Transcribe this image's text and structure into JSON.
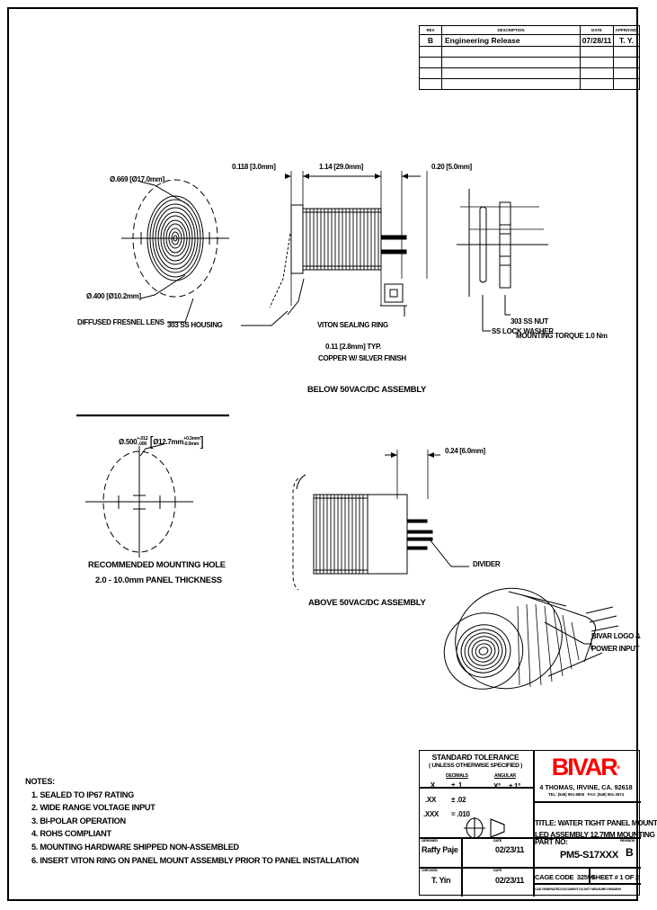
{
  "revision_table": {
    "headers": [
      "REV",
      "DESCRIPTION",
      "DATE",
      "APPROVED"
    ],
    "rows": [
      {
        "rev": "B",
        "description": "Engineering Release",
        "date": "07/28/11",
        "approved": "T. Y."
      }
    ],
    "empty_row_count": 4
  },
  "views": {
    "front": {
      "dim_outer": "Ø.669 [Ø17.0mm]",
      "dim_inner": "Ø.400 [Ø10.2mm]",
      "label_lens": "DIFFUSED FRESNEL LENS"
    },
    "side_below": {
      "dim_flange": "0.118 [3.0mm]",
      "dim_body": "1.14 [29.0mm]",
      "dim_pin": "0.20 [5.0mm]",
      "label_housing": "303 SS HOUSING",
      "label_viton": "VITON SEALING RING",
      "label_pin_1": "0.11 [2.8mm] TYP.",
      "label_pin_2": "COPPER W/ SILVER FINISH",
      "caption": "BELOW 50VAC/DC ASSEMBLY"
    },
    "hardware": {
      "label_nut": "303 SS NUT",
      "label_torque": "MOUNTING TORQUE 1.0 Nm",
      "label_washer": "SS LOCK WASHER"
    },
    "mounting_hole": {
      "dim_main": "Ø.500",
      "dim_tol_plus": "+.012",
      "dim_tol_minus": "-.000",
      "dim_metric": "Ø12.7mm",
      "dim_metric_plus": "+0.3mm",
      "dim_metric_minus": "-0.0mm",
      "caption_1": "RECOMMENDED MOUNTING HOLE",
      "caption_2": "2.0 - 10.0mm PANEL THICKNESS"
    },
    "above_assembly": {
      "dim_divider": "0.24 [6.0mm]",
      "label_divider": "DIVIDER",
      "caption": "ABOVE 50VAC/DC ASSEMBLY"
    },
    "isometric": {
      "label_1": "BIVAR LOGO &",
      "label_2": "POWER INPUT"
    }
  },
  "notes": {
    "heading": "NOTES:",
    "items": [
      "1. SEALED TO  IP67 RATING",
      "2. WIDE RANGE VOLTAGE INPUT",
      "3. BI-POLAR OPERATION",
      "4. ROHS COMPLIANT",
      "5. MOUNTING HARDWARE SHIPPED NON-ASSEMBLED",
      "6. INSERT VITON RING ON PANEL MOUNT ASSEMBLY PRIOR TO PANEL INSTALLATION"
    ]
  },
  "title_block": {
    "tolerance": {
      "title": "STANDARD TOLERANCE",
      "subtitle": "( UNLESS OTHERWISE SPECIFIED )",
      "decimals_header": "DECIMALS",
      "angular_header": "ANGULAR",
      "rows": [
        {
          "place": ".X",
          "tol": "± .1"
        },
        {
          "place": ".XX",
          "tol": "± .02"
        },
        {
          "place": ".XXX",
          "tol": "= .010"
        }
      ],
      "angular_place": "X°",
      "angular_tol": "± 1°"
    },
    "company": {
      "logo_text": "BIVAR",
      "trademark": "®",
      "address": "4 THOMAS, IRVINE, CA. 92618",
      "tel": "TEL: (949) 951-8808",
      "fax": "FAX: (949) 951-3974",
      "logo_color": "#ff0000"
    },
    "title_label": "TITLE:",
    "title_line_1": "WATER TIGHT PANEL MOUNT",
    "title_line_2": "LED ASSEMBLY 12.7MM MOUNTING",
    "designed_label": "DESIGNED",
    "designed_value": "Raffy Paje",
    "designed_date_label": "DATE",
    "designed_date": "02/23/11",
    "checked_label": "CHECKED:",
    "checked_value": "T. Yin",
    "checked_date_label": "DATE",
    "checked_date": "02/23/11",
    "part_no_label": "PART NO:",
    "part_no_value": "PM5-S17XXX",
    "revision_label": "REVISION",
    "revision_value": "B",
    "cage_code_label": "CAGE CODE",
    "cage_code_value": "32599",
    "sheet_label": "SHEET # 1 OF  2",
    "disclaimer": "CAD GENERATED DOCUMENT DO NOT MEASURE DRAWING"
  }
}
